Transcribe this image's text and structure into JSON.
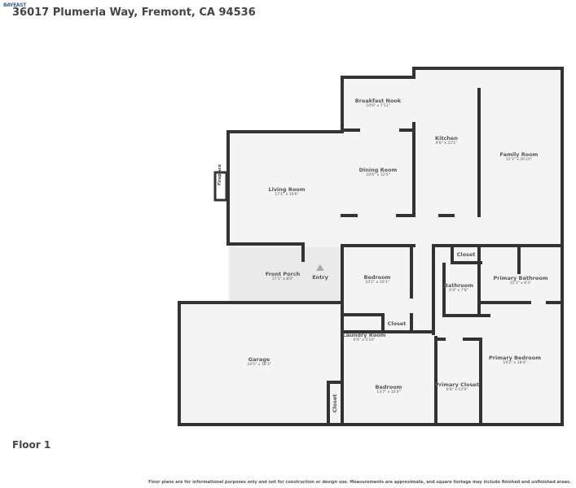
{
  "logo": "BAYEAST",
  "address": "36017 Plumeria Way, Fremont, CA 94536",
  "floor_label": "Floor 1",
  "disclaimer": "Floor plans are for informational purposes only and not for construction or design use. Measurements are approximate, and square footage may include finished and unfinished areas.",
  "rooms": [
    {
      "name": "Breakfast Nook",
      "dims": "10'6\" x 7'11\""
    },
    {
      "name": "Kitchen",
      "dims": "9'8\" x 22'1\""
    },
    {
      "name": "Family Room",
      "dims": "12'3\" x 26'10\""
    },
    {
      "name": "Living Room",
      "dims": "17'1\" x 19'6\""
    },
    {
      "name": "Dining Room",
      "dims": "10'6\" x 12'5\""
    },
    {
      "name": "Front Porch",
      "dims": "17'1\" x 8'0\""
    },
    {
      "name": "Bedroom",
      "dims": "10'2\" x 10'1\""
    },
    {
      "name": "Bathroom",
      "dims": "6'4\" x 7'8\""
    },
    {
      "name": "Primary Bathroom",
      "dims": "12'3\" x 8'3\""
    },
    {
      "name": "Laundry Room",
      "dims": "6'4\" x 5'10\""
    },
    {
      "name": "Garage",
      "dims": "24'5\" x 18'3\""
    },
    {
      "name": "Bedroom",
      "dims": "13'7\" x 10'4\""
    },
    {
      "name": "Primary Closet",
      "dims": "6'8\" x 12'9\""
    },
    {
      "name": "Primary Bedroom",
      "dims": "19'2\" x 18'4\""
    }
  ],
  "labels": {
    "entry": "Entry",
    "closet": "Closet",
    "fireplace": "Fireplace"
  }
}
